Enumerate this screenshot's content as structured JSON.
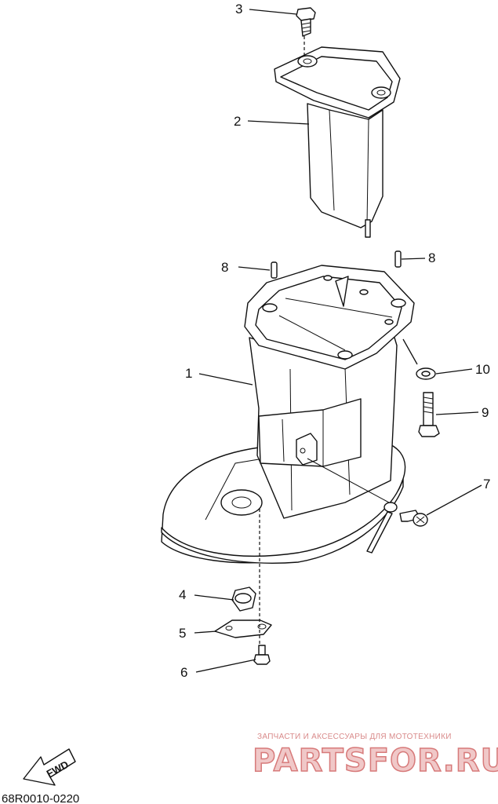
{
  "callouts": {
    "c1": "1",
    "c2": "2",
    "c3": "3",
    "c4": "4",
    "c5": "5",
    "c6": "6",
    "c7": "7",
    "c8a": "8",
    "c8b": "8",
    "c9": "9",
    "c10": "10"
  },
  "fwd_label": "FWD",
  "diagram_code": "68R0010-0220",
  "watermark": {
    "tagline": "ЗАПЧАСТИ И АКСЕССУАРЫ ДЛЯ МОТОТЕХНИКИ",
    "brand": "PARTSFOR.RU",
    "color": "#d77a7a"
  },
  "icons": {
    "fwd_arrow": "fwd-arrow-icon"
  }
}
